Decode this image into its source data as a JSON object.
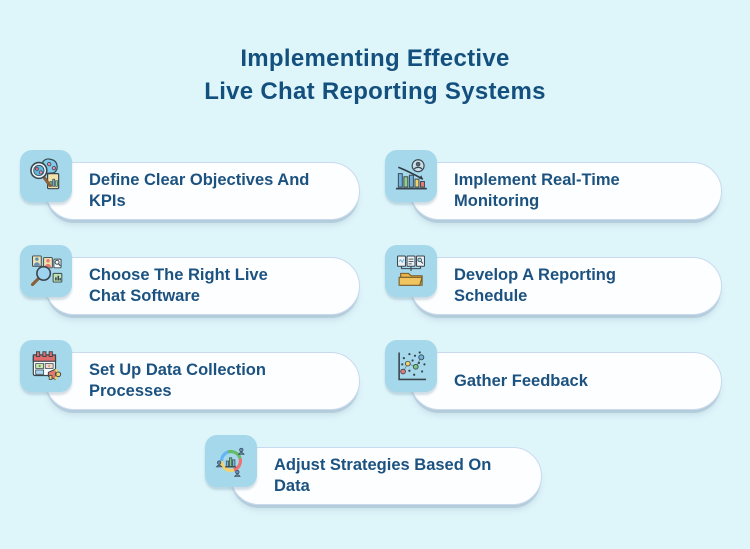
{
  "title": {
    "line1": "Implementing Effective",
    "line2": "Live Chat Reporting Systems"
  },
  "colors": {
    "background": "#DEF5FA",
    "card_bg": "#FDFEFF",
    "card_border": "#C9DAEE",
    "icon_tile": "#A4D8EA",
    "title_text": "#14507E",
    "card_text": "#1C5280"
  },
  "cards": [
    {
      "label": "Define Clear Objectives And\nKPIs",
      "icon": "magnifier-pie-chart-icon"
    },
    {
      "label": "Implement Real-Time\nMonitoring",
      "icon": "declining-bar-chart-user-icon"
    },
    {
      "label": "Choose The Right Live\nChat Software",
      "icon": "magnifier-people-icon"
    },
    {
      "label": "Develop A Reporting\nSchedule",
      "icon": "folder-documents-icon"
    },
    {
      "label": "Set Up Data Collection\nProcesses",
      "icon": "calendar-megaphone-icon"
    },
    {
      "label": "Gather Feedback",
      "icon": "scatter-plot-icon"
    },
    {
      "label": "Adjust Strategies Based On\nData",
      "icon": "cycle-people-chart-icon"
    }
  ]
}
